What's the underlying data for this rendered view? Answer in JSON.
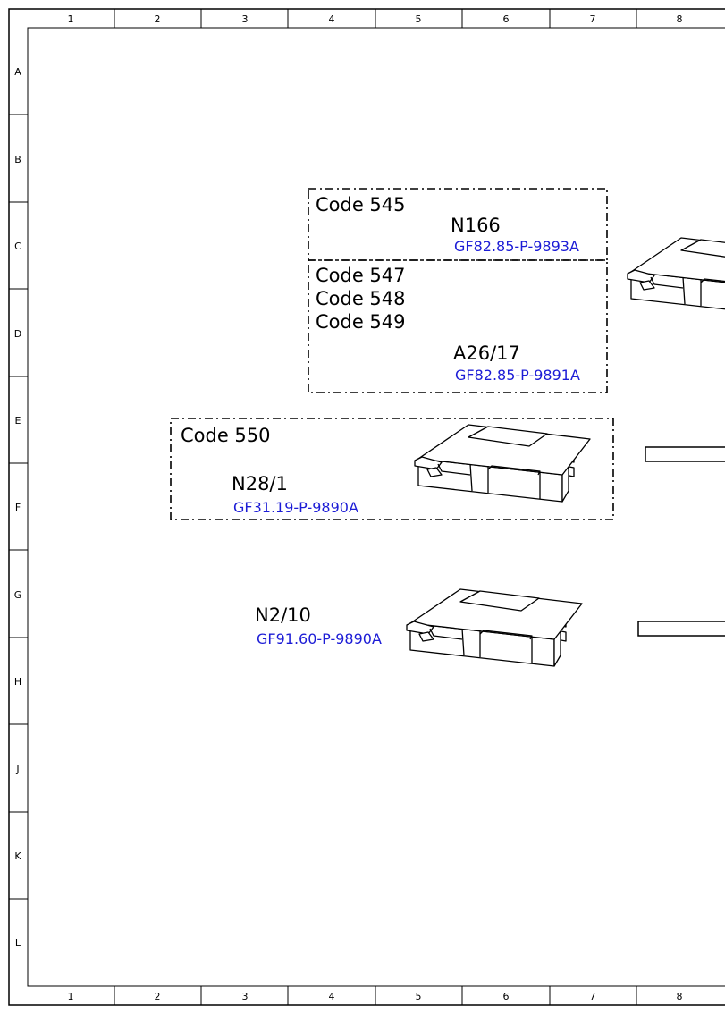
{
  "grid": {
    "columns": [
      "1",
      "2",
      "3",
      "4",
      "5",
      "6",
      "7",
      "8"
    ],
    "rows": [
      "A",
      "B",
      "C",
      "D",
      "E",
      "F",
      "G",
      "H",
      "J",
      "K",
      "L"
    ]
  },
  "groups": [
    {
      "codes": [
        "Code 545"
      ],
      "component": "N166",
      "reference": "GF82.85-P-9893A"
    },
    {
      "codes": [
        "Code 547",
        "Code 548",
        "Code 549"
      ],
      "component": "A26/17",
      "reference": "GF82.85-P-9891A"
    },
    {
      "codes": [
        "Code 550"
      ],
      "component": "N28/1",
      "reference": "GF31.19-P-9890A"
    },
    {
      "codes": [],
      "component": "N2/10",
      "reference": "GF91.60-P-9890A"
    }
  ],
  "colors": {
    "line": "#000000",
    "link": "#1c1cd6",
    "background": "#ffffff"
  }
}
